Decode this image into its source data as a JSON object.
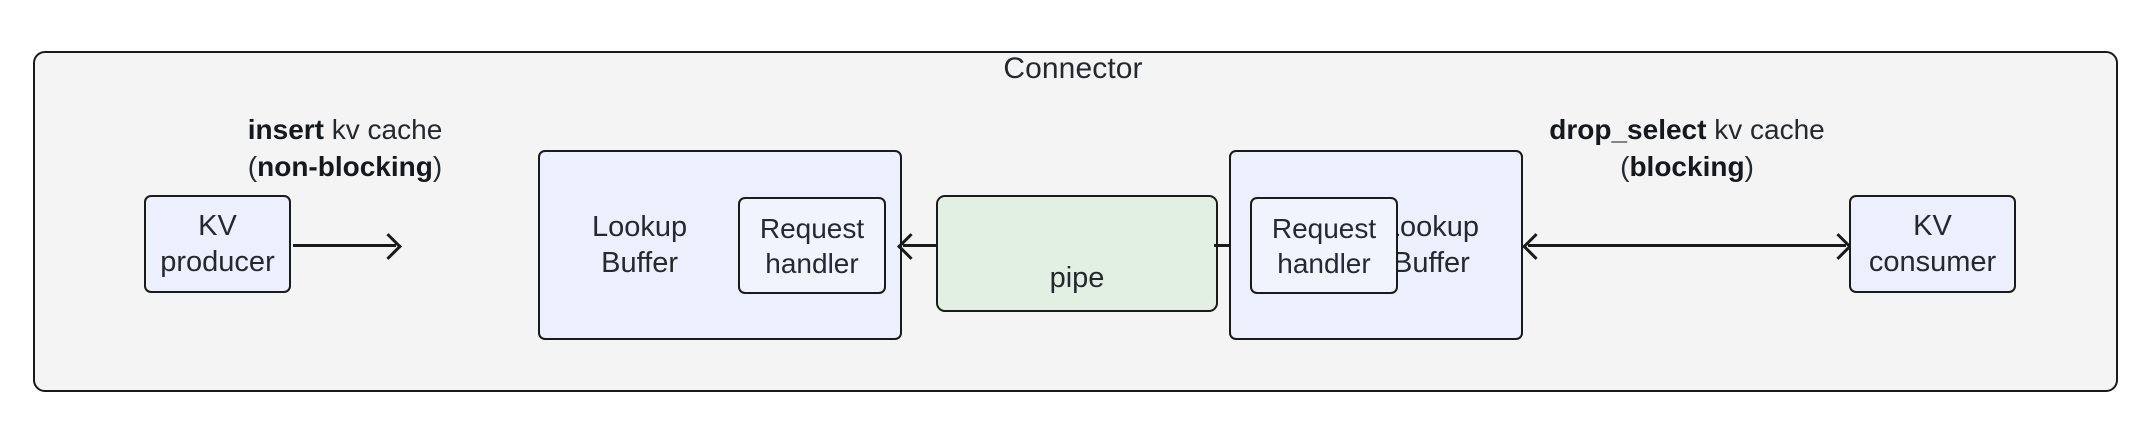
{
  "diagram": {
    "title": "Connector",
    "colors": {
      "container_fill": "#f4f4f4",
      "container_stroke": "#1a1a1a",
      "node_blue_fill": "#eceffc",
      "node_green_fill": "#e2f0e4",
      "text": "#24292e"
    },
    "nodes": {
      "kv_producer": "KV\nproducer",
      "kv_producer_line1": "KV",
      "kv_producer_line2": "producer",
      "kv_consumer_line1": "KV",
      "kv_consumer_line2": "consumer",
      "lookup_buffer_left_line1": "Lookup",
      "lookup_buffer_left_line2": "Buffer",
      "lookup_buffer_right_line1": "Lookup",
      "lookup_buffer_right_line2": "Buffer",
      "request_handler_left_line1": "Request",
      "request_handler_left_line2": "handler",
      "request_handler_right_line1": "Request",
      "request_handler_right_line2": "handler",
      "pipe": "pipe"
    },
    "edges": {
      "insert": {
        "strong1": "insert",
        "plain1": " kv cache",
        "paren_open": "(",
        "strong2": "non-blocking",
        "paren_close": ")",
        "direction": "right"
      },
      "drop_select": {
        "strong1": "drop_select",
        "plain1": " kv cache",
        "paren_open": "(",
        "strong2": "blocking",
        "paren_close": ")",
        "direction": "both"
      }
    }
  }
}
